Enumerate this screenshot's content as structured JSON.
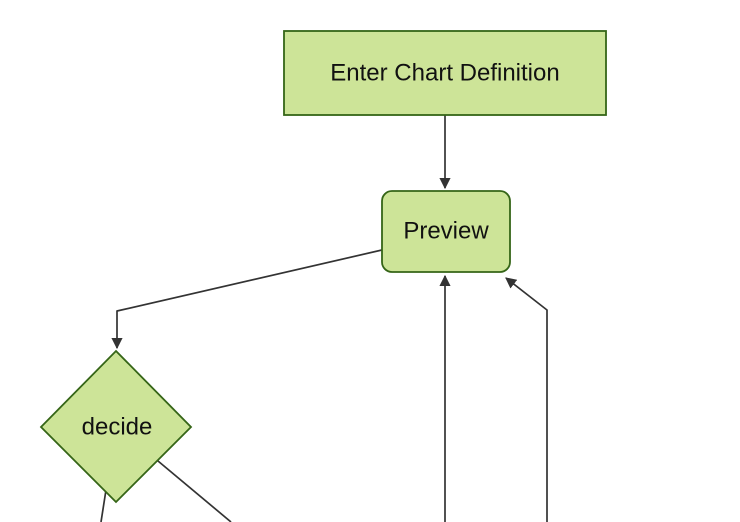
{
  "diagram": {
    "type": "flowchart",
    "direction": "top-down",
    "colors": {
      "background": "#ffffff",
      "node_fill": "#cde498",
      "node_border": "#356517",
      "edge": "#333333",
      "text": "#111111"
    },
    "nodes": [
      {
        "id": "enter-chart-definition",
        "shape": "rectangle",
        "label": "Enter Chart Definition"
      },
      {
        "id": "preview",
        "shape": "rounded-rectangle",
        "label": "Preview"
      },
      {
        "id": "decide",
        "shape": "diamond",
        "label": "decide"
      }
    ],
    "edges": [
      {
        "from": "enter-chart-definition",
        "to": "preview",
        "arrowhead": true
      },
      {
        "from": "preview",
        "to": "decide",
        "arrowhead": true
      },
      {
        "from": "below-viewport-center",
        "to": "preview",
        "arrowhead": true
      },
      {
        "from": "below-viewport-right",
        "to": "preview",
        "arrowhead": true
      },
      {
        "from": "decide",
        "to": "below-viewport-left",
        "arrowhead": false
      },
      {
        "from": "decide",
        "to": "below-viewport-right",
        "arrowhead": false
      }
    ]
  }
}
